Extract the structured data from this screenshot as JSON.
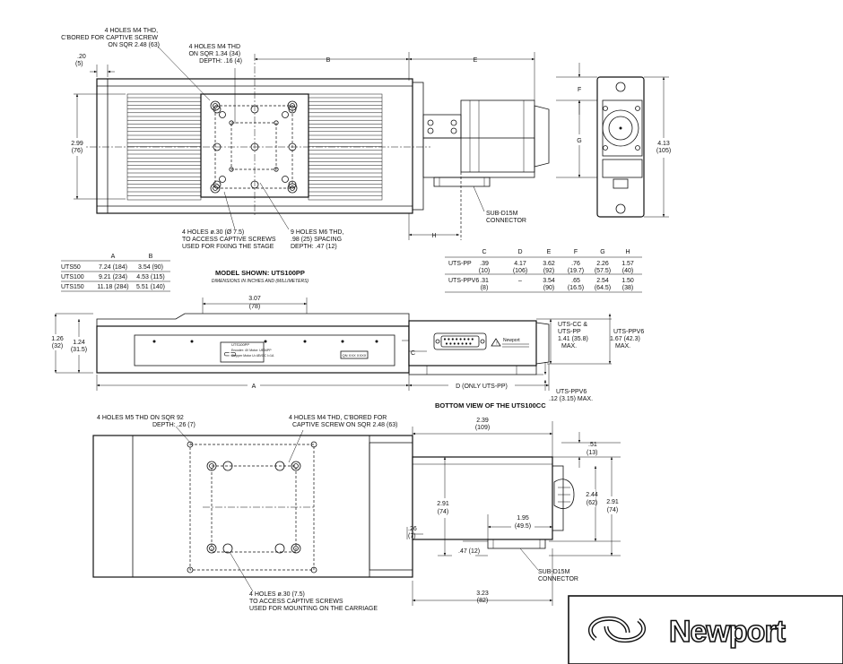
{
  "top_view": {
    "callout_m4_captive": [
      "4 HOLES M4 THD,",
      "C'BORED FOR CAPTIVE SCREW",
      "ON SQR 2.48 (63)"
    ],
    "callout_m4_depth": [
      "4 HOLES M4 THD",
      "ON SQR 1.34 (34)",
      "DEPTH: .16 (4)"
    ],
    "dim_20": [
      ".20",
      "(5)"
    ],
    "dim_b": "B",
    "dim_e": "E",
    "dim_f": "F",
    "dim_g": "G",
    "dim_h": "H",
    "dim_299": [
      "2.99",
      "(76)"
    ],
    "dim_413": [
      "4.13",
      "(105)"
    ],
    "callout_access": [
      "4 HOLES ø.30 (Ø 7.5)",
      "TO ACCESS CAPTIVE SCREWS",
      "USED FOR FIXING THE STAGE"
    ],
    "callout_m6": [
      "9 HOLES M6 THD,",
      ".98 (25) SPACING",
      "DEPTH: .47 (12)"
    ],
    "connector_top": [
      "SUB-D15M",
      "CONNECTOR"
    ]
  },
  "table_ab": {
    "headers": [
      "",
      "A",
      "B"
    ],
    "rows": [
      [
        "UTS50",
        "7.24 (184)",
        "3.54 (90)"
      ],
      [
        "UTS100",
        "9.21 (234)",
        "4.53 (115)"
      ],
      [
        "UTS150",
        "11.18 (284)",
        "5.51 (140)"
      ]
    ]
  },
  "model_shown": {
    "title": "MODEL SHOWN: UTS100PP",
    "subtitle": "DIMENSIONS IN INCHES AND (MILLIMETERS)"
  },
  "table_cdefgh": {
    "headers": [
      "",
      "C",
      "D",
      "E",
      "F",
      "G",
      "H"
    ],
    "rows": [
      {
        "model": "UTS-PP",
        "values": [
          [
            ".39",
            "(10)"
          ],
          [
            "4.17",
            "(106)"
          ],
          [
            "3.62",
            "(92)"
          ],
          [
            ".76",
            "(19.7)"
          ],
          [
            "2.26",
            "(57.5)"
          ],
          [
            "1.57",
            "(40)"
          ]
        ]
      },
      {
        "model": "UTS-PPV6",
        "values": [
          [
            ".31",
            "(8)"
          ],
          [
            "–",
            ""
          ],
          [
            "3.54",
            "(90)"
          ],
          [
            ".65",
            "(16.5)"
          ],
          [
            "2.54",
            "(64.5)"
          ],
          [
            "1.50",
            "(38)"
          ]
        ]
      }
    ]
  },
  "side_view": {
    "dim_307": [
      "3.07",
      "(78)"
    ],
    "dim_126": [
      "1.26",
      "(32)"
    ],
    "dim_124": [
      "1.24",
      "(31.5)"
    ],
    "dim_a": "A",
    "dim_c": "C",
    "dim_d": "D (ONLY UTS-PP)",
    "uts_cc_pp": [
      "UTS-CC &",
      "UTS-PP",
      "1.41 (35.8)",
      "MAX."
    ],
    "uts_ppv6_right": [
      "UTS-PPV6",
      "1.67 (42.3)",
      "MAX."
    ],
    "uts_ppv6_below": [
      "UTS-PPV6",
      ".12 (3.15) MAX."
    ],
    "label_lines": [
      "UTS100PP",
      "Encoder: 4V  Motor: UE34PP",
      "Stepper Motor U=48VDC  I=1A"
    ],
    "serial_tag": "QN XXX XXXX",
    "connector_logo": "Newport"
  },
  "bottom_view": {
    "title": "BOTTOM VIEW OF THE UTS100CC",
    "callout_m5": [
      "4 HOLES M5 THD ON SQR 92",
      "DEPTH: .26 (7)"
    ],
    "callout_m4": [
      "4 HOLES M4 THD, C'BORED  FOR",
      "CAPTIVE SCREW ON SQR 2.48 (63)"
    ],
    "dim_239": [
      "2.39",
      "(109)"
    ],
    "dim_51": [
      ".51",
      "(13)"
    ],
    "dim_291_left": [
      "2.91",
      "(74)"
    ],
    "dim_244": [
      "2.44",
      "(62)"
    ],
    "dim_291_right": [
      "2.91",
      "(74)"
    ],
    "dim_195": [
      "1.95",
      "(49.5)"
    ],
    "dim_26": [
      ".26",
      "(7)"
    ],
    "dim_47": ".47 (12)",
    "dim_323": [
      "3.23",
      "(82)"
    ],
    "connector": [
      "SUB-D15M",
      "CONNECTOR"
    ],
    "callout_access": [
      "4 HOLES ø.30 (7.5)",
      "TO ACCESS CAPTIVE SCREWS",
      "USED FOR MOUNTING ON THE CARRIAGE"
    ]
  },
  "brand": {
    "name": "Newport"
  }
}
